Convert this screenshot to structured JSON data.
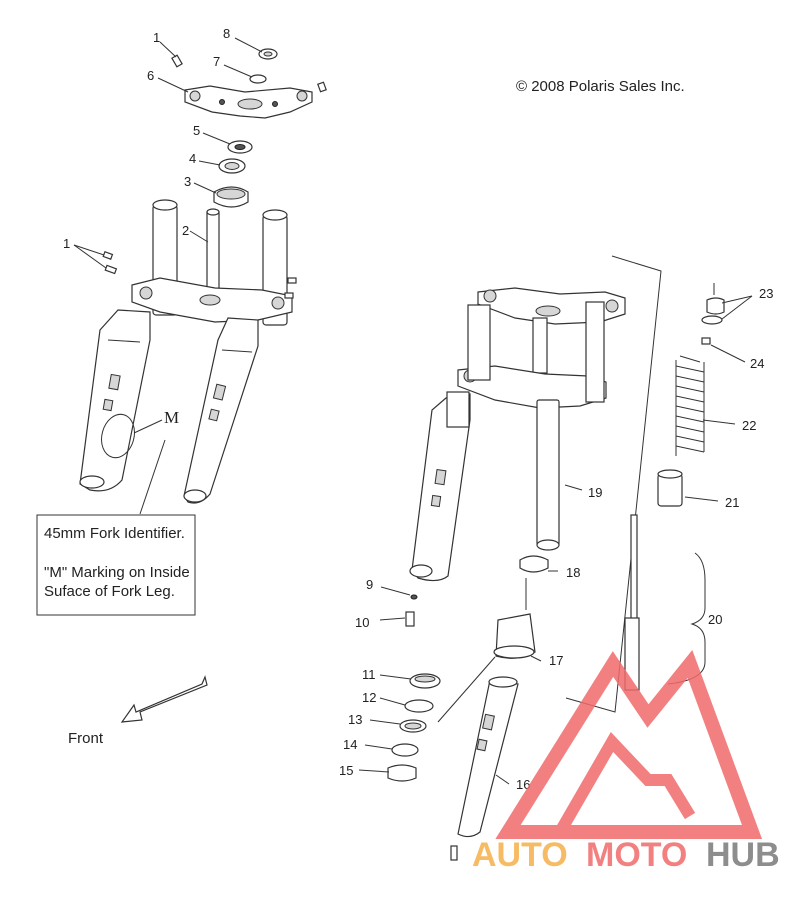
{
  "copyright": "© 2008 Polaris Sales Inc.",
  "callouts": {
    "c1a": "1",
    "c1b": "1",
    "c2": "2",
    "c3": "3",
    "c4": "4",
    "c5": "5",
    "c6": "6",
    "c7": "7",
    "c8": "8",
    "c9": "9",
    "c10": "10",
    "c11": "11",
    "c12": "12",
    "c13": "13",
    "c14": "14",
    "c15": "15",
    "c16": "16",
    "c17": "17",
    "c18": "18",
    "c19": "19",
    "c20": "20",
    "c21": "21",
    "c22": "22",
    "c23": "23",
    "c24": "24"
  },
  "marking_letter": "M",
  "identifier_box": {
    "line1": "45mm Fork Identifier.",
    "line2": "\"M\" Marking on Inside",
    "line3": "Suface of Fork Leg."
  },
  "front_label": "Front",
  "watermark": {
    "part1": "AUTO",
    "part2": "MOTO",
    "part3": "HUB",
    "colors": {
      "red": "#f26b6b",
      "orange": "#f5b04a",
      "gray": "#7a7a7a"
    }
  }
}
